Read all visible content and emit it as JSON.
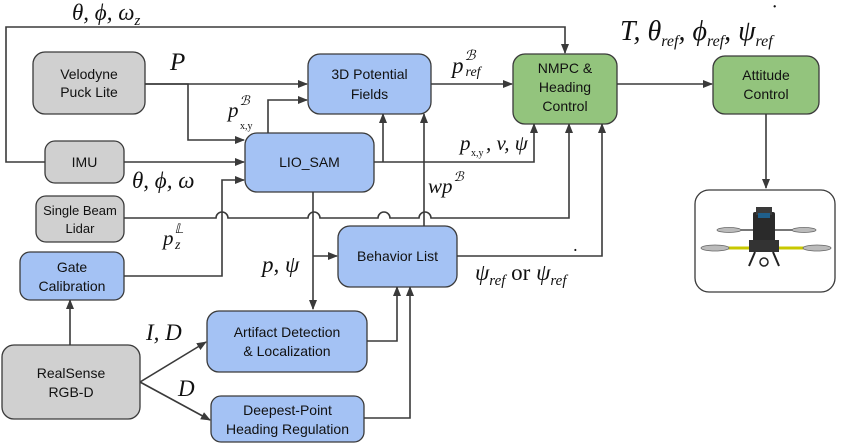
{
  "nodes": {
    "velodyne": {
      "line1": "Velodyne",
      "line2": "Puck Lite"
    },
    "imu": {
      "label": "IMU"
    },
    "single_beam": {
      "line1": "Single Beam",
      "line2": "Lidar"
    },
    "gate_calibration": {
      "line1": "Gate",
      "line2": "Calibration"
    },
    "realsense": {
      "line1": "RealSense",
      "line2": "RGB-D"
    },
    "potential_fields": {
      "line1": "3D Potential",
      "line2": "Fields"
    },
    "lio_sam": {
      "label": "LIO_SAM"
    },
    "behavior_list": {
      "label": "Behavior List"
    },
    "artifact_detection": {
      "line1": "Artifact Detection",
      "line2": "& Localization"
    },
    "deepest_point": {
      "line1": "Deepest-Point",
      "line2": "Heading Regulation"
    },
    "nmpc": {
      "line1": "NMPC &",
      "line2": "Heading",
      "line3": "Control"
    },
    "attitude_control": {
      "line1": "Attitude",
      "line2": "Control"
    },
    "drone_image": {
      "icon": "quadrotor-drone"
    }
  },
  "edge_labels": {
    "theta_phi_omega_z": "θ, ϕ, ω_z",
    "P": "P",
    "p_ref_B": "p_ref^B",
    "outputs": "T, θ_ref, ϕ_ref, ψ̇_ref",
    "p_xy_B": "p_x,y^B",
    "p_xy_v_psi": "p_x,y, v, ψ",
    "theta_phi_omega": "θ, ϕ, ω",
    "wp_B": "wp^B",
    "p_z_L": "p_z^L",
    "p_psi": "p, ψ",
    "psi_ref_or_dot": "ψ_ref or ψ̇_ref",
    "I_D": "I, D",
    "D": "D"
  },
  "colors": {
    "gray_fill": "#d0d0d0",
    "blue_fill": "#a4c2f4",
    "green_fill": "#93c47d",
    "stroke": "#3a3a3a"
  }
}
